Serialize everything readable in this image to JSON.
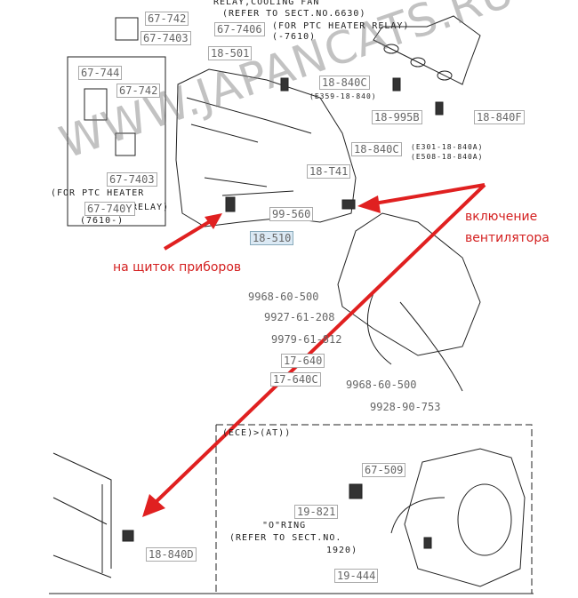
{
  "notes": {
    "relay_cooling_fan": "RELAY,COOLING FAN",
    "refer_6630": "(REFER TO SECT.NO.6630)",
    "ptc_relay_top": "(FOR PTC HEATER RELAY)",
    "minus_7610": "(-7610)",
    "ptc_relay_left_1": "(FOR PTC HEATER",
    "ptc_relay_left_2": "RELAY)",
    "from_7610": "(7610-)",
    "e359": "(E359-18-840)",
    "e301": "(E301-18-840A)",
    "e508": "(E508-18-840A)",
    "ece_at": "(ECE)>(AT))",
    "oring": "\"O\"RING",
    "refer_1920_a": "(REFER TO SECT.NO.",
    "refer_1920_b": "1920)"
  },
  "parts": {
    "p67_742_top": "67-742",
    "p67_7403_top": "67-7403",
    "p67_7406": "67-7406",
    "p18_501": "18-501",
    "p67_744": "67-744",
    "p67_742_box": "67-742",
    "p67_7403_box": "67-7403",
    "p67_740y": "67-740Y",
    "p18_840c_a": "18-840C",
    "p18_995b": "18-995B",
    "p18_840f": "18-840F",
    "p18_840c_b": "18-840C",
    "p18_t41": "18-T41",
    "p99_560": "99-560",
    "p18_510": "18-510",
    "p9968_a": "9968-60-500",
    "p9927": "9927-61-208",
    "p9979": "9979-61-812",
    "p17_640": "17-640",
    "p17_640c": "17-640C",
    "p9968_b": "9968-60-500",
    "p9928": "9928-90-753",
    "p67_509": "67-509",
    "p19_821": "19-821",
    "p19_444": "19-444",
    "p18_840d": "18-840D"
  },
  "annotations": {
    "fan_on_1": "включение",
    "fan_on_2": "вентилятора",
    "to_dashboard": "на щиток приборов",
    "arrow_color": "#e02020"
  },
  "watermark": "WWW.JAPANCATS.RU"
}
